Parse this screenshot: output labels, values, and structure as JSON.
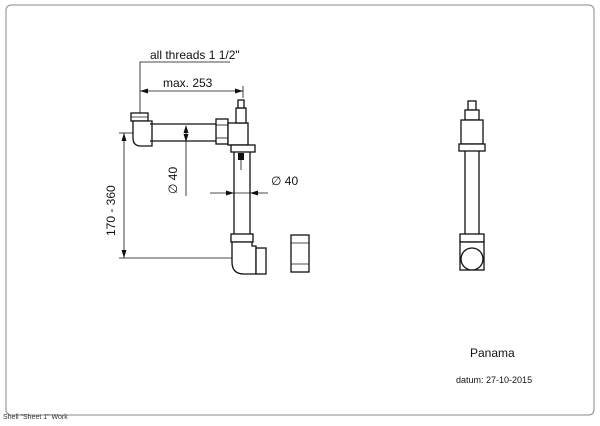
{
  "dimensions": {
    "threads": "all threads 1 1/2\"",
    "width": "max.  253",
    "height": "170  -  360",
    "pipe_diameter_horizontal": "∅ 40",
    "pipe_diameter_vertical": "∅ 40"
  },
  "title_block": {
    "product_name": "Panama",
    "date_label": "datum:",
    "date_value": "27-10-2015"
  },
  "sheet_caption": "Shell \"Sheet 1\" Work"
}
